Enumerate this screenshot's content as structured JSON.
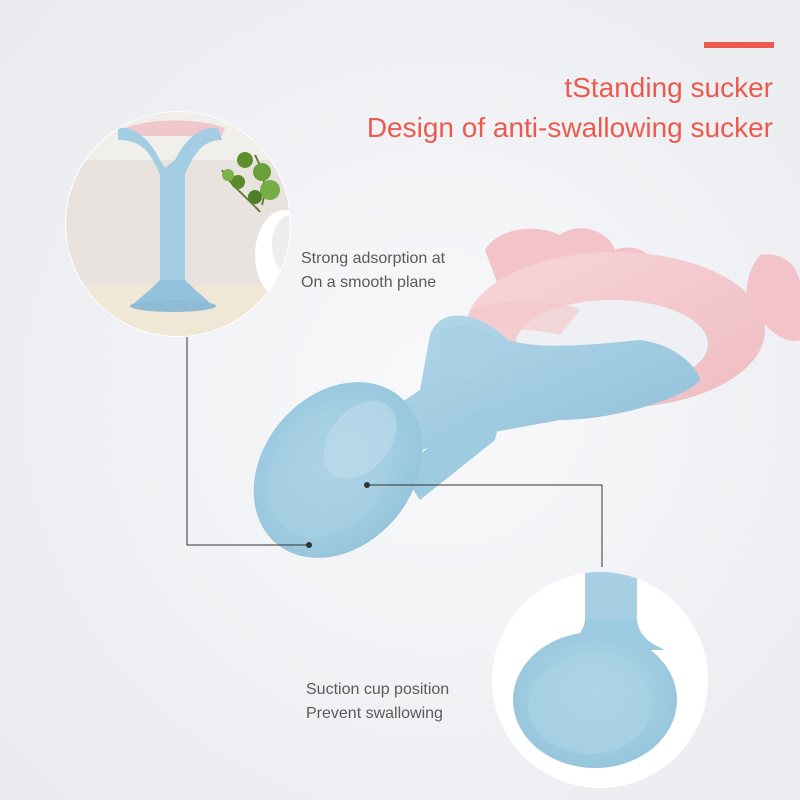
{
  "headline": {
    "line1": "tStanding sucker",
    "line2": "Design of anti-swallowing sucker"
  },
  "callouts": {
    "adsorption": {
      "line1": "Strong adsorption at",
      "line2": "On a smooth plane"
    },
    "suction": {
      "line1": "Suction cup position",
      "line2": "Prevent swallowing"
    }
  },
  "colors": {
    "accent": "#ec5a4f",
    "teether_blue": "#a4cde3",
    "teether_pink": "#f3c7cb",
    "background": "#f1f2f5"
  }
}
